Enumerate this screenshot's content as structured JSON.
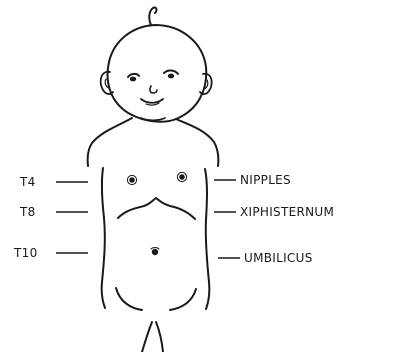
{
  "left_labels": {
    "t4": "T4",
    "t8": "T8",
    "t10": "T10"
  },
  "right_labels": {
    "nipples": "NIPPLES",
    "xiphisternum": "XIPHISTERNUM",
    "umbilicus": "UMBILICUS"
  }
}
